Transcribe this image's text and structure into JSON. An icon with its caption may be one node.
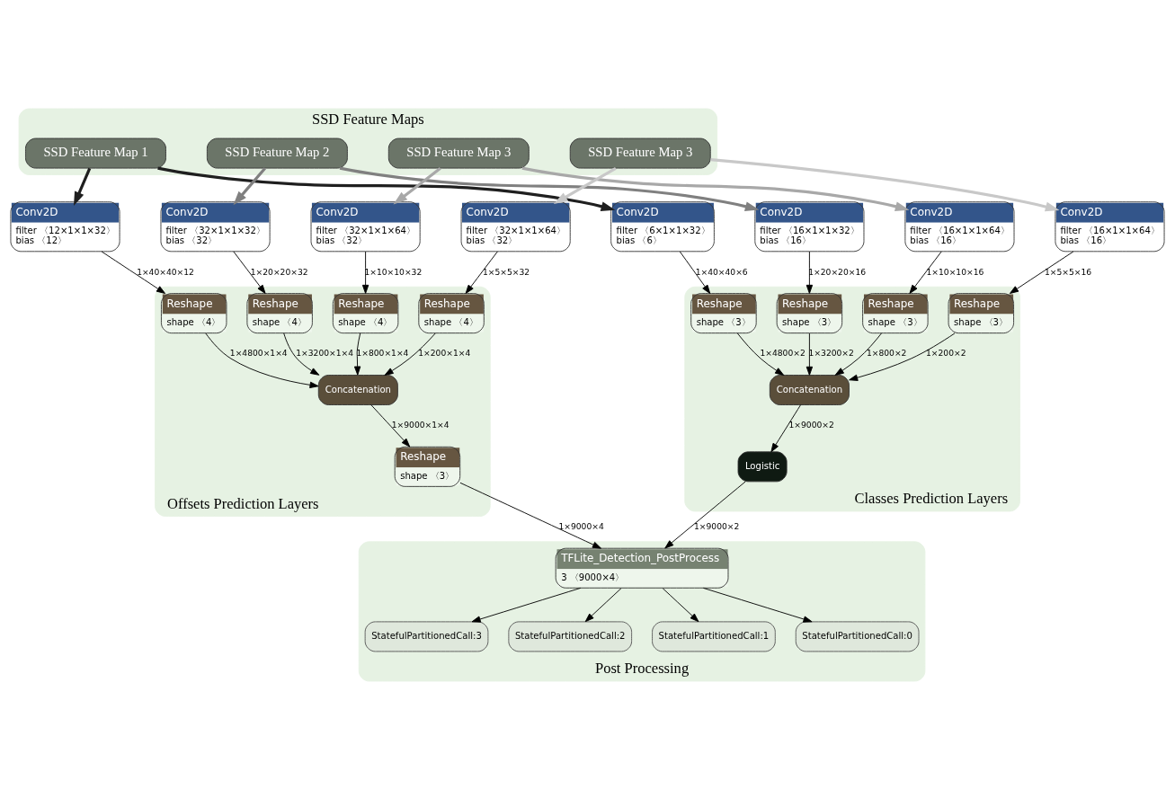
{
  "diagram": {
    "nodes": [
      {
        "text": [
          "SSD Feature Maps"
        ]
      },
      {
        "text": [
          "SSD Feature Map 1"
        ],
        "in": 0
      },
      {
        "text": [
          "SSD Feature Map 2"
        ],
        "in": 0
      },
      {
        "text": [
          "SSD Feature Map 3"
        ],
        "in": 0
      },
      {
        "text": [
          "SSD Feature Map 3"
        ],
        "in": 0
      },
      {
        "text": [
          "Conv2D",
          "filter 〈12×1×1×32〉",
          "bias 〈12〉"
        ]
      },
      {
        "text": [
          "Conv2D",
          "filter 〈32×1×1×32〉",
          "bias 〈32〉"
        ]
      },
      {
        "text": [
          "Conv2D",
          "filter 〈32×1×1×64〉",
          "bias 〈32〉"
        ]
      },
      {
        "text": [
          "Conv2D",
          "filter 〈32×1×1×64〉",
          "bias 〈32〉"
        ]
      },
      {
        "text": [
          "Conv2D",
          "filter 〈6×1×1×32〉",
          "bias 〈6〉"
        ]
      },
      {
        "text": [
          "Conv2D",
          "filter 〈16×1×1×32〉",
          "bias 〈16〉"
        ]
      },
      {
        "text": [
          "Conv2D",
          "filter 〈16×1×1×64〉",
          "bias 〈16〉"
        ]
      },
      {
        "text": [
          "Conv2D",
          "filter 〈16×1×1×64〉",
          "bias 〈16〉"
        ]
      },
      {
        "text": [
          "Offsets Prediction Layers"
        ]
      },
      {
        "text": [
          "Reshape",
          "shape 〈4〉"
        ],
        "in": 13
      },
      {
        "text": [
          "Reshape",
          "shape 〈4〉"
        ],
        "in": 13
      },
      {
        "text": [
          "Reshape",
          "shape 〈4〉"
        ],
        "in": 13
      },
      {
        "text": [
          "Reshape",
          "shape 〈4〉"
        ],
        "in": 13
      },
      {
        "text": [
          "Concatenation"
        ],
        "in": 13
      },
      {
        "text": [
          "Reshape",
          "shape 〈3〉"
        ],
        "in": 13
      },
      {
        "text": [
          "Classes Prediction Layers"
        ]
      },
      {
        "text": [
          "Reshape",
          "shape 〈3〉"
        ],
        "in": 20
      },
      {
        "text": [
          "Reshape",
          "shape 〈3〉"
        ],
        "in": 20
      },
      {
        "text": [
          "Reshape",
          "shape 〈3〉"
        ],
        "in": 20
      },
      {
        "text": [
          "Reshape",
          "shape 〈3〉"
        ],
        "in": 20
      },
      {
        "text": [
          "Concatenation"
        ],
        "in": 20
      },
      {
        "text": [
          "Logistic"
        ],
        "in": 20
      },
      {
        "text": [
          "Post Processing"
        ]
      },
      {
        "text": [
          "TFLite_Detection_PostProcess",
          "3 〈9000×4〉"
        ],
        "in": 27
      },
      {
        "text": [
          "StatefulPartitionedCall:3"
        ],
        "in": 27
      },
      {
        "text": [
          "StatefulPartitionedCall:2"
        ],
        "in": 27
      },
      {
        "text": [
          "StatefulPartitionedCall:1"
        ],
        "in": 27
      },
      {
        "text": [
          "StatefulPartitionedCall:0"
        ],
        "in": 27
      }
    ],
    "edges": [
      {
        "from": 1,
        "to": 5,
        "arrow": "to",
        "style": "thick",
        "color": "#1f1f1f"
      },
      {
        "from": 1,
        "to": 9,
        "arrow": "to",
        "style": "thick",
        "color": "#1f1f1f"
      },
      {
        "from": 2,
        "to": 6,
        "arrow": "to",
        "style": "thick",
        "color": "#808080"
      },
      {
        "from": 2,
        "to": 10,
        "arrow": "to",
        "style": "thick",
        "color": "#808080"
      },
      {
        "from": 3,
        "to": 7,
        "arrow": "to",
        "style": "thick",
        "color": "#a8a8a8"
      },
      {
        "from": 3,
        "to": 11,
        "arrow": "to",
        "style": "thick",
        "color": "#a8a8a8"
      },
      {
        "from": 4,
        "to": 8,
        "arrow": "to",
        "style": "thick",
        "color": "#c8c8c8"
      },
      {
        "from": 4,
        "to": 12,
        "arrow": "to",
        "style": "thick",
        "color": "#c8c8c8"
      },
      {
        "from": 5,
        "to": 14,
        "arrow": "to",
        "label": "1×40×40×12"
      },
      {
        "from": 6,
        "to": 15,
        "arrow": "to",
        "label": "1×20×20×32"
      },
      {
        "from": 7,
        "to": 16,
        "arrow": "to",
        "label": "1×10×10×32"
      },
      {
        "from": 8,
        "to": 17,
        "arrow": "to",
        "label": "1×5×5×32"
      },
      {
        "from": 9,
        "to": 21,
        "arrow": "to",
        "label": "1×40×40×6"
      },
      {
        "from": 10,
        "to": 22,
        "arrow": "to",
        "label": "1×20×20×16"
      },
      {
        "from": 11,
        "to": 23,
        "arrow": "to",
        "label": "1×10×10×16"
      },
      {
        "from": 12,
        "to": 24,
        "arrow": "to",
        "label": "1×5×5×16"
      },
      {
        "from": 14,
        "to": 18,
        "arrow": "to",
        "label": "1×4800×1×4"
      },
      {
        "from": 15,
        "to": 18,
        "arrow": "to",
        "label": "1×3200×1×4"
      },
      {
        "from": 16,
        "to": 18,
        "arrow": "to",
        "label": "1×800×1×4"
      },
      {
        "from": 17,
        "to": 18,
        "arrow": "to",
        "label": "1×200×1×4"
      },
      {
        "from": 21,
        "to": 25,
        "arrow": "to",
        "label": "1×4800×2"
      },
      {
        "from": 22,
        "to": 25,
        "arrow": "to",
        "label": "1×3200×2"
      },
      {
        "from": 23,
        "to": 25,
        "arrow": "to",
        "label": "1×800×2"
      },
      {
        "from": 24,
        "to": 25,
        "arrow": "to",
        "label": "1×200×2"
      },
      {
        "from": 18,
        "to": 19,
        "arrow": "to",
        "label": "1×9000×1×4"
      },
      {
        "from": 25,
        "to": 26,
        "arrow": "to",
        "label": "1×9000×2"
      },
      {
        "from": 19,
        "to": 28,
        "arrow": "to",
        "label": "1×9000×4"
      },
      {
        "from": 26,
        "to": 28,
        "arrow": "to",
        "label": "1×9000×2"
      },
      {
        "from": 28,
        "to": 29,
        "arrow": "to"
      },
      {
        "from": 28,
        "to": 30,
        "arrow": "to"
      },
      {
        "from": 28,
        "to": 31,
        "arrow": "to"
      },
      {
        "from": 28,
        "to": 32,
        "arrow": "to"
      }
    ]
  }
}
